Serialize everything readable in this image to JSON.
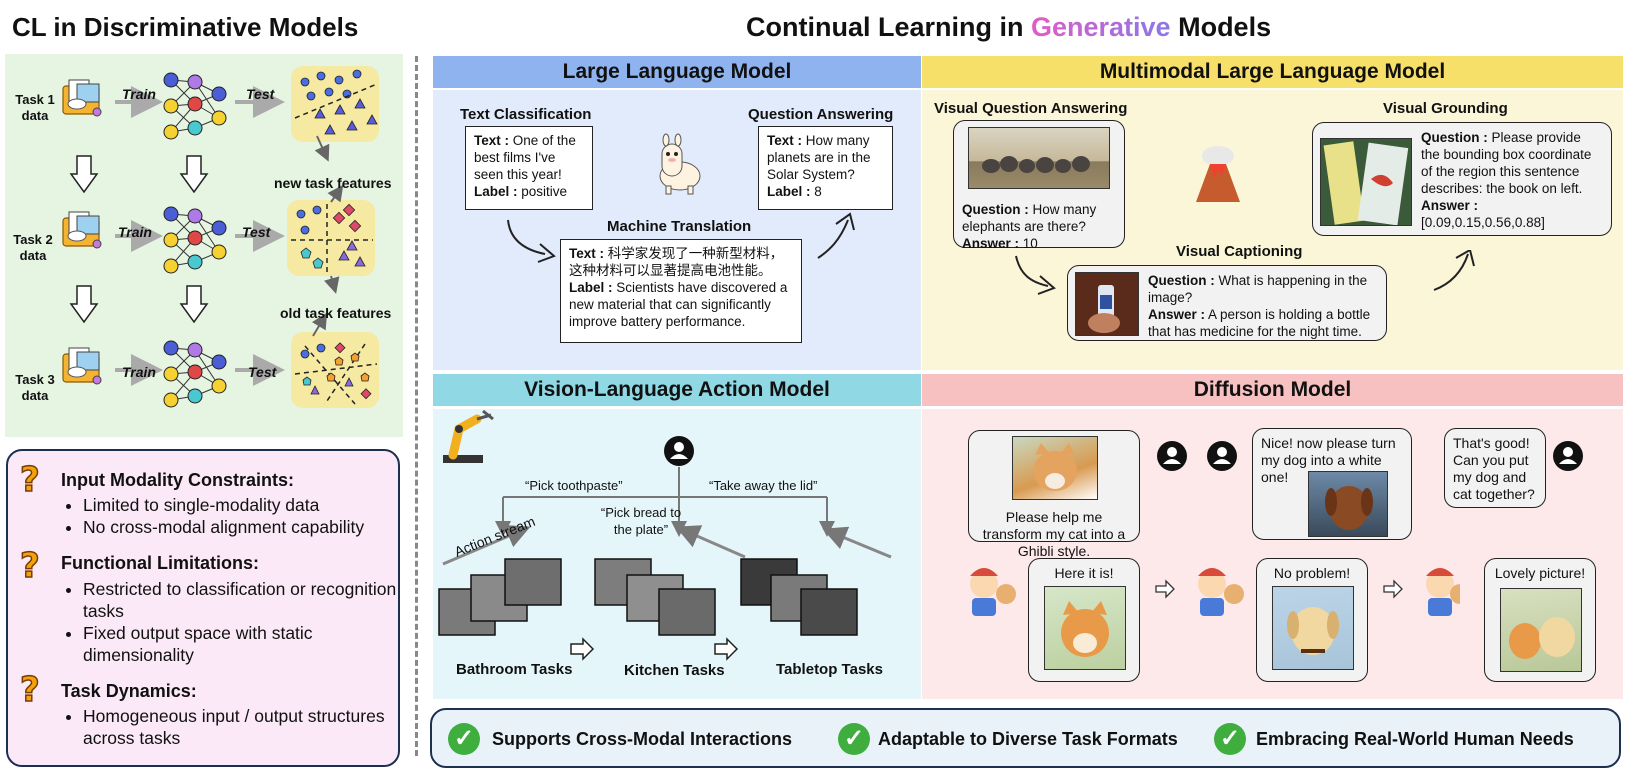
{
  "left_title": "CL in Discriminative Models",
  "main_title": {
    "prefix": "Continual Learning in ",
    "highlight": "Generative",
    "suffix": " Models"
  },
  "discriminative": {
    "tasks": [
      {
        "label_line1": "Task 1",
        "label_line2": "data"
      },
      {
        "label_line1": "Task 2",
        "label_line2": "data"
      },
      {
        "label_line1": "Task 3",
        "label_line2": "data"
      }
    ],
    "train_label": "Train",
    "test_label": "Test",
    "new_features": "new task features",
    "old_features": "old task features"
  },
  "limitations": [
    {
      "heading": "Input Modality Constraints:",
      "items": [
        "Limited to single-modality data",
        "No cross-modal alignment capability"
      ]
    },
    {
      "heading": "Functional Limitations:",
      "items": [
        "Restricted to classification or recognition tasks",
        "Fixed output space with static dimensionality"
      ]
    },
    {
      "heading": "Task Dynamics:",
      "items": [
        "Homogeneous input / output structures across tasks"
      ]
    }
  ],
  "llm": {
    "header": "Large Language Model",
    "text_classification": {
      "title": "Text Classification",
      "text_key": "Text :",
      "text": "One of the best films I've seen this year!",
      "label_key": "Label :",
      "label": "positive"
    },
    "question_answering": {
      "title": "Question Answering",
      "text_key": "Text :",
      "text": "How many planets are in the Solar System?",
      "label_key": "Label :",
      "label": "8"
    },
    "machine_translation": {
      "title": "Machine Translation",
      "text_key": "Text :",
      "text": "科学家发现了一种新型材料，这种材料可以显著提高电池性能。",
      "label_key": "Label :",
      "label": "Scientists have discovered a new material that can significantly improve battery performance."
    }
  },
  "mllm": {
    "header": "Multimodal Large Language Model",
    "vqa": {
      "title": "Visual Question Answering",
      "q_key": "Question :",
      "question": "How many elephants are there?",
      "a_key": "Answer :",
      "answer": "10"
    },
    "grounding": {
      "title": "Visual Grounding",
      "q_key": "Question :",
      "question": "Please provide the bounding box coordinate of the region this sentence describes: the book on left.",
      "a_key": "Answer :",
      "answer": "[0.09,0.15,0.56,0.88]"
    },
    "captioning": {
      "title": "Visual Captioning",
      "q_key": "Question :",
      "question": "What is happening in the image?",
      "a_key": "Answer :",
      "answer": "A person is holding a bottle that has medicine for the night time."
    }
  },
  "vla": {
    "header": "Vision-Language Action Model",
    "instr_1": "“Pick toothpaste”",
    "instr_2": "“Pick bread to the plate”",
    "instr_3": "“Take away the lid”",
    "action_stream": "Action stream",
    "tasks": [
      "Bathroom Tasks",
      "Kitchen Tasks",
      "Tabletop Tasks"
    ]
  },
  "diffusion": {
    "header": "Diffusion Model",
    "user_msgs": [
      "Please help me transform my cat into a Ghibli style.",
      "Nice! now please turn my dog into a white one!",
      "That's good! Can you put my dog and cat together?"
    ],
    "artist_msgs": [
      "Here it is!",
      "No problem!",
      "Lovely picture!"
    ]
  },
  "footer": [
    "Supports Cross-Modal Interactions",
    "Adaptable to Diverse Task Formats",
    "Embracing Real-World Human Needs"
  ],
  "colors": {
    "generative_start": "#e05cc6",
    "generative_end": "#8a78e8",
    "llm_head": "#8fb3ee",
    "llm_bg": "#e2ebfb",
    "mllm_head": "#f7e06a",
    "mllm_bg": "#fbf6d8",
    "vla_head": "#8fd8e4",
    "vla_bg": "#e4f6fa",
    "diff_head": "#f7c1c1",
    "diff_bg": "#fde9e9",
    "disc_bg": "#e6f4e2",
    "limit_bg": "#fbe9f7"
  }
}
